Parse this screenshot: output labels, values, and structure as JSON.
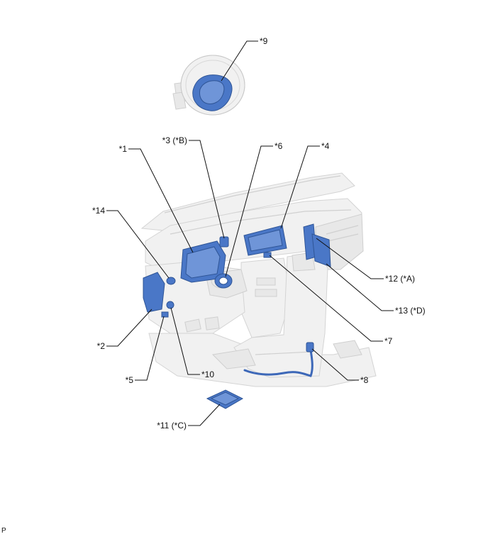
{
  "callouts": {
    "c1": "*1",
    "c2": "*2",
    "c3": "*3 (*B)",
    "c4": "*4",
    "c5": "*5",
    "c6": "*6",
    "c7": "*7",
    "c8": "*8",
    "c9": "*9",
    "c10": "*10",
    "c11": "*11 (*C)",
    "c12": "*12 (*A)",
    "c13": "*13 (*D)",
    "c14": "*14"
  },
  "footer": {
    "code": "P"
  },
  "colors": {
    "component": "#4a77c7",
    "ghost": "#f1f1f1",
    "leader": "#111111"
  }
}
